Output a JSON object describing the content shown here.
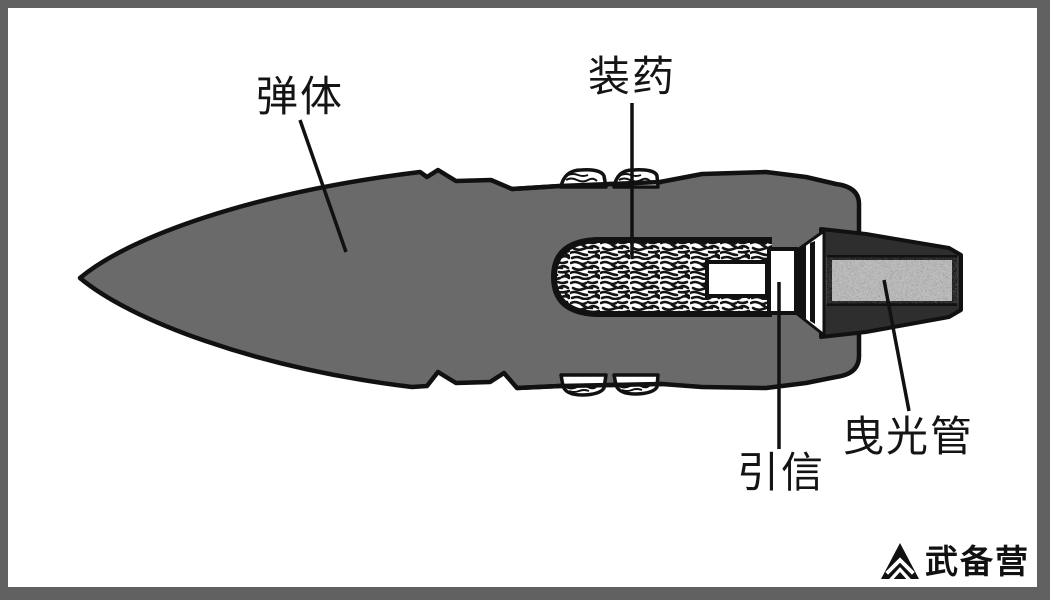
{
  "labels": {
    "body": "弹体",
    "charge": "装药",
    "fuze": "引信",
    "tracer": "曳光管"
  },
  "branding": {
    "name": "武备营",
    "logo_icon": "triangle-mountain-icon"
  },
  "colors": {
    "frame": "#616161",
    "background": "#ffffff",
    "outline": "#111111",
    "body_fill": "#6a6a6a",
    "tail_fill": "#2e2e2e",
    "tracer_fill": "#c6c6c6",
    "label_text": "#141414"
  }
}
